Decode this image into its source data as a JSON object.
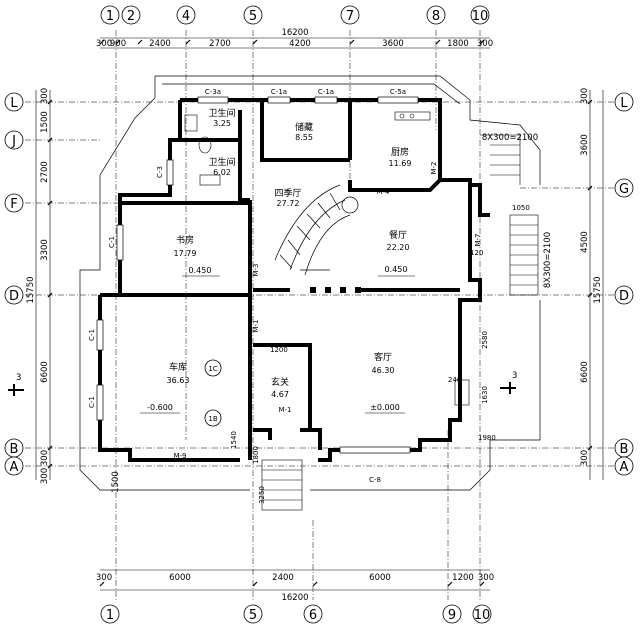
{
  "axes": {
    "top": [
      "1",
      "2",
      "4",
      "5",
      "7",
      "8",
      "10"
    ],
    "bottom": [
      "1",
      "5",
      "6",
      "9",
      "10"
    ],
    "left": [
      "L",
      "J",
      "F",
      "D",
      "B",
      "A"
    ],
    "right": [
      "L",
      "G",
      "D",
      "B",
      "A"
    ]
  },
  "dims": {
    "top_total": "16200",
    "top_segments": [
      "300",
      "900",
      "2400",
      "2700",
      "4200",
      "3600",
      "1800",
      "300"
    ],
    "bottom_segments": [
      "300",
      "6000",
      "2400",
      "6000",
      "1200",
      "300"
    ],
    "bottom_total": "16200",
    "left_total": "15750",
    "left_segments": [
      "1500",
      "2700",
      "3300",
      "6600"
    ],
    "left_small": [
      "300",
      "300",
      "300",
      "1500"
    ],
    "right_total": "15750",
    "right_segments": [
      "3600",
      "4500",
      "6600"
    ],
    "right_small": [
      "300",
      "300"
    ],
    "stair_note_1": "8X300=2100",
    "stair_note_2": "8X300=2100",
    "misc": [
      "1050",
      "2580",
      "1200",
      "120",
      "240",
      "1630",
      "1980",
      "3250",
      "1540",
      "1800"
    ]
  },
  "rooms": {
    "bath1": {
      "name": "卫生间",
      "area": "3.25"
    },
    "bath2": {
      "name": "卫生间",
      "area": "6.02"
    },
    "storage": {
      "name": "储藏",
      "area": "8.55"
    },
    "kitchen": {
      "name": "厨房",
      "area": "11.69"
    },
    "hall": {
      "name": "四季厅",
      "area": "27.72"
    },
    "study": {
      "name": "书房",
      "area": "17.79"
    },
    "dining": {
      "name": "餐厅",
      "area": "22.20"
    },
    "garage": {
      "name": "车库",
      "area": "36.63"
    },
    "living": {
      "name": "客厅",
      "area": "46.30"
    },
    "foyer": {
      "name": "玄关",
      "area": "4.67"
    }
  },
  "levels": {
    "study": "0.450",
    "dining": "0.450",
    "garage": "-0.600",
    "living": "±0.000"
  },
  "windows": [
    "C-3a",
    "C-1a",
    "C-1a",
    "C-5a",
    "C-3",
    "C-1",
    "C-1",
    "C-1",
    "C-8"
  ],
  "doors": [
    "M-1",
    "M-2",
    "M-3",
    "M-4",
    "M-7",
    "M-9",
    "M-1"
  ],
  "section_marks": [
    "3",
    "3"
  ],
  "level_marks": [
    "1C",
    "1B"
  ]
}
